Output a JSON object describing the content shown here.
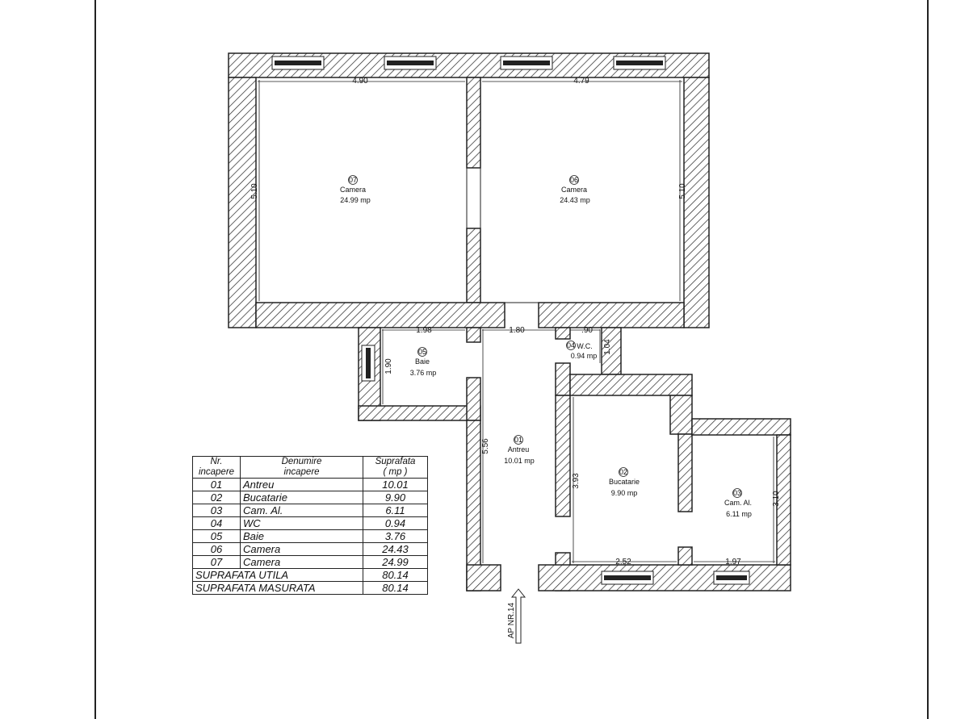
{
  "rooms": [
    {
      "nr": "07",
      "name": "Camera",
      "area": "24.99 mp"
    },
    {
      "nr": "06",
      "name": "Camera",
      "area": "24.43 mp"
    },
    {
      "nr": "05",
      "name": "Baie",
      "area": "3.76 mp"
    },
    {
      "nr": "04",
      "name": "W.C.",
      "area": "0.94 mp"
    },
    {
      "nr": "01",
      "name": "Antreu",
      "area": "10.01 mp"
    },
    {
      "nr": "02",
      "name": "Bucatarie",
      "area": "9.90 mp"
    },
    {
      "nr": "03",
      "name": "Cam. Al.",
      "area": "6.11 mp"
    }
  ],
  "dimensions": {
    "cam07_width": "4.90",
    "cam06_width": "4.79",
    "cam07_height": "5.10",
    "cam06_height": "5.10",
    "baie_width": "1.98",
    "baie_height": "1.90",
    "antreu_width": "1.80",
    "wc_width": ".90",
    "wc_height": "1.04",
    "antreu_length": "5.56",
    "bucatarie_height": "3.93",
    "bucatarie_width": "2.52",
    "camal_width": "1.97",
    "camal_height": "3.10"
  },
  "entrance_label": "AP NR.14",
  "table": {
    "headers": {
      "nr": [
        "Nr.",
        "incapere"
      ],
      "name": [
        "Denumire",
        "incapere"
      ],
      "area": [
        "Suprafata",
        "( mp )"
      ]
    },
    "rows": [
      {
        "nr": "01",
        "name": "Antreu",
        "area": "10.01"
      },
      {
        "nr": "02",
        "name": "Bucatarie",
        "area": "9.90"
      },
      {
        "nr": "03",
        "name": "Cam. Al.",
        "area": "6.11"
      },
      {
        "nr": "04",
        "name": "WC",
        "area": "0.94"
      },
      {
        "nr": "05",
        "name": "Baie",
        "area": "3.76"
      },
      {
        "nr": "06",
        "name": "Camera",
        "area": "24.43"
      },
      {
        "nr": "07",
        "name": "Camera",
        "area": "24.99"
      }
    ],
    "totals": [
      {
        "label": "SUPRAFATA UTILA",
        "value": "80.14"
      },
      {
        "label": "SUPRAFATA MASURATA",
        "value": "80.14"
      }
    ]
  }
}
